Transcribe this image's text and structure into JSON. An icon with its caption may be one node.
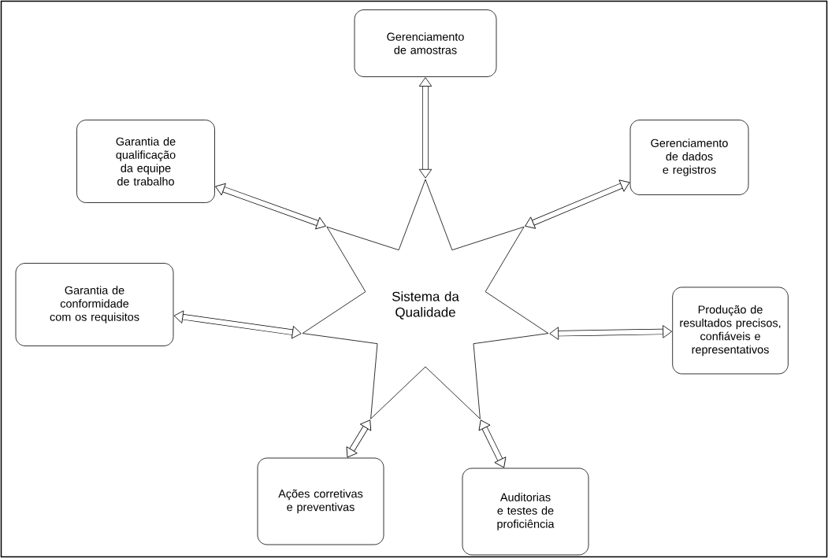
{
  "diagram": {
    "nodes": [
      {
        "text": [
          "Sistema da Qualidade"
        ]
      },
      {
        "text": [
          "Gerenciamento de amostras"
        ]
      },
      {
        "text": [
          "Gerenciamento de dados e registros"
        ]
      },
      {
        "text": [
          "Produção de resultados precisos, confiáveis e representativos"
        ]
      },
      {
        "text": [
          "Auditorias e testes de proficiência"
        ]
      },
      {
        "text": [
          "Ações corretivas e preventivas"
        ]
      },
      {
        "text": [
          "Garantia de conformidade com os requisitos"
        ]
      },
      {
        "text": [
          "Garantia de qualificação da equipe de trabalho"
        ]
      }
    ],
    "edges": [
      {
        "from": 0,
        "to": 1,
        "arrow": "both"
      },
      {
        "from": 0,
        "to": 2,
        "arrow": "both"
      },
      {
        "from": 0,
        "to": 3,
        "arrow": "both"
      },
      {
        "from": 0,
        "to": 4,
        "arrow": "both"
      },
      {
        "from": 0,
        "to": 5,
        "arrow": "both"
      },
      {
        "from": 0,
        "to": 6,
        "arrow": "both"
      },
      {
        "from": 0,
        "to": 7,
        "arrow": "both"
      }
    ]
  }
}
